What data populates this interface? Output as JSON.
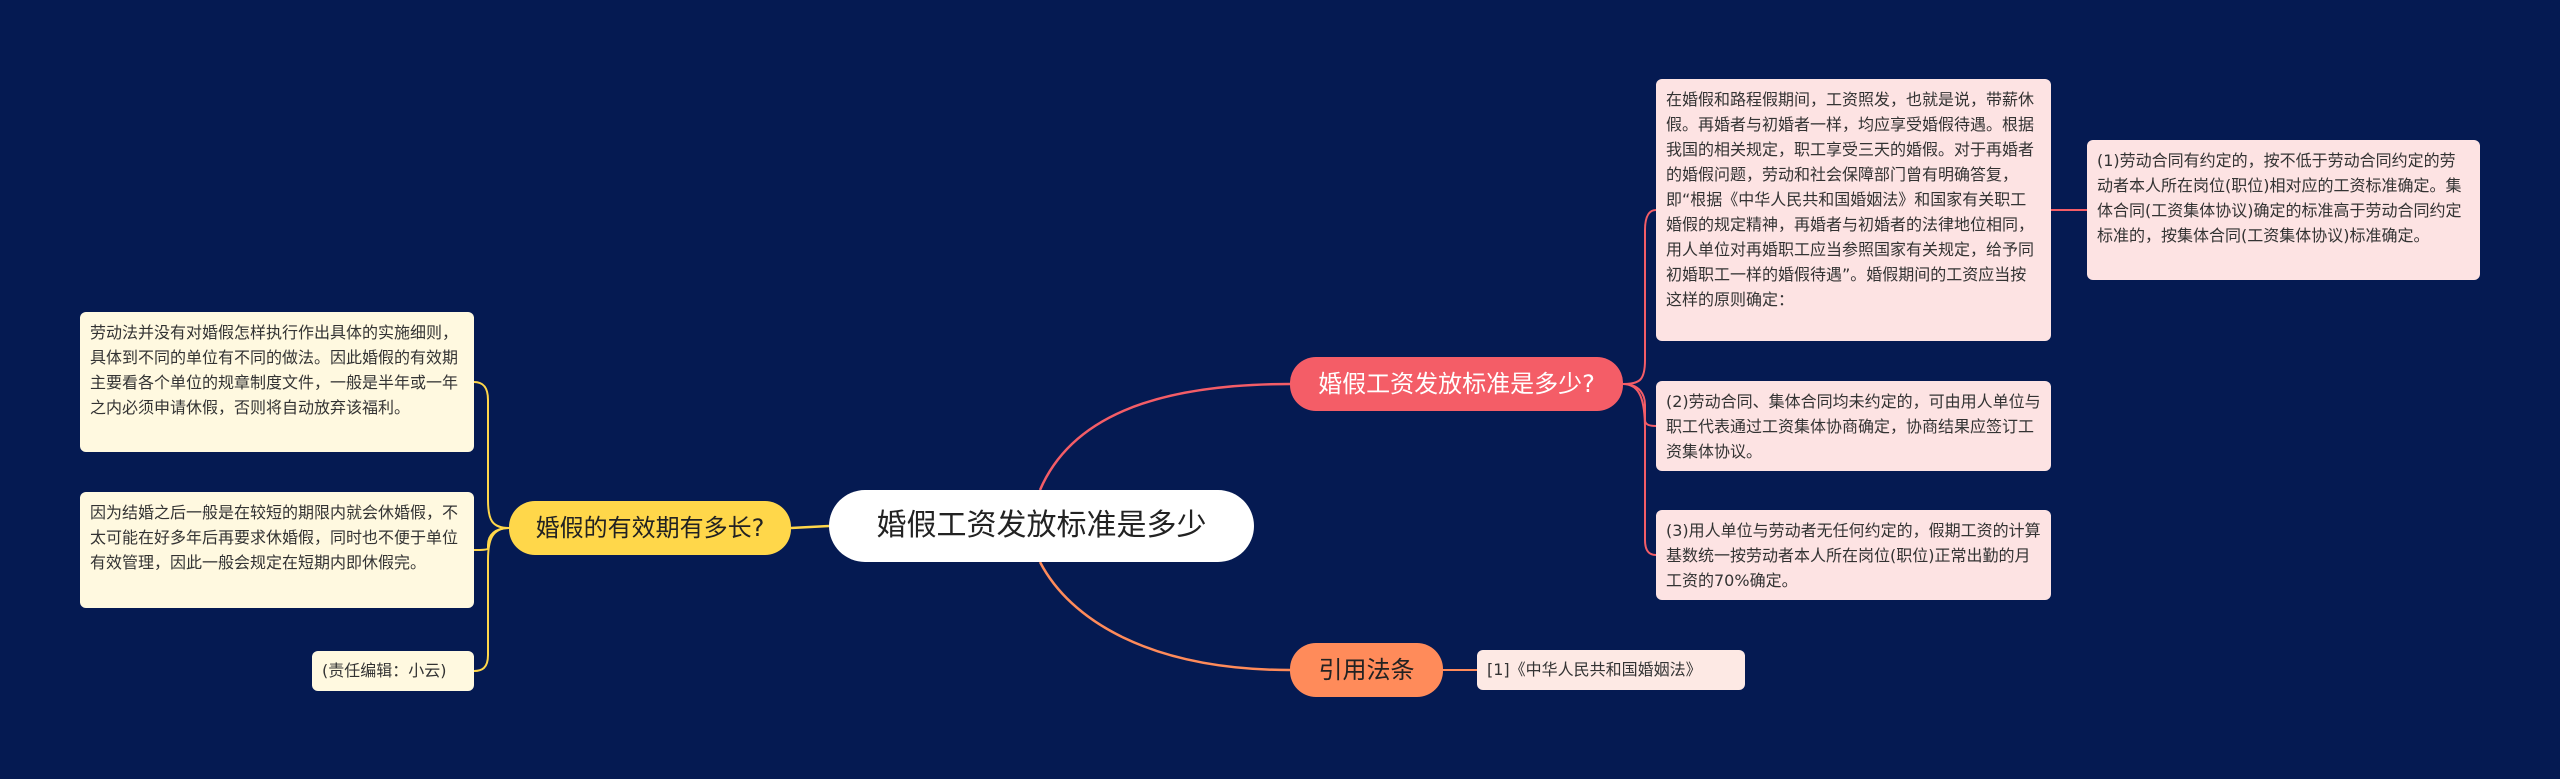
{
  "root": {
    "title": "婚假工资发放标准是多少"
  },
  "branches": {
    "standard": {
      "label": "婚假工资发放标准是多少?",
      "color": "#f45d67",
      "children": [
        "在婚假和路程假期间，工资照发，也就是说，带薪休假。再婚者与初婚者一样，均应享受婚假待遇。根据我国的相关规定，职工享受三天的婚假。对于再婚者的婚假问题，劳动和社会保障部门曾有明确答复，即“根据《中华人民共和国婚姻法》和国家有关职工婚假的规定精神，再婚者与初婚者的法律地位相同，用人单位对再婚职工应当参照国家有关规定，给予同初婚职工一样的婚假待遇”。婚假期间的工资应当按这样的原则确定：",
        "(2)劳动合同、集体合同均未约定的，可由用人单位与职工代表通过工资集体协商确定，协商结果应签订工资集体协议。",
        "(3)用人单位与劳动者无任何约定的，假期工资的计算基数统一按劳动者本人所在岗位(职位)正常出勤的月工资的70%确定。"
      ],
      "grandchild": "(1)劳动合同有约定的，按不低于劳动合同约定的劳动者本人所在岗位(职位)相对应的工资标准确定。集体合同(工资集体协议)确定的标准高于劳动合同约定标准的，按集体合同(工资集体协议)标准确定。"
    },
    "law": {
      "label": "引用法条",
      "color": "#ff8b5a",
      "children": [
        "[1]《中华人民共和国婚姻法》"
      ]
    },
    "validity": {
      "label": "婚假的有效期有多长?",
      "color": "#ffd74a",
      "children": [
        "劳动法并没有对婚假怎样执行作出具体的实施细则，具体到不同的单位有不同的做法。因此婚假的有效期主要看各个单位的规章制度文件，一般是半年或一年之内必须申请休假，否则将自动放弃该福利。",
        "因为结婚之后一般是在较短的期限内就会休婚假，不太可能在好多年后再要求休婚假，同时也不便于单位有效管理，因此一般会规定在短期内即休假完。",
        "(责任编辑：小云)"
      ]
    }
  }
}
